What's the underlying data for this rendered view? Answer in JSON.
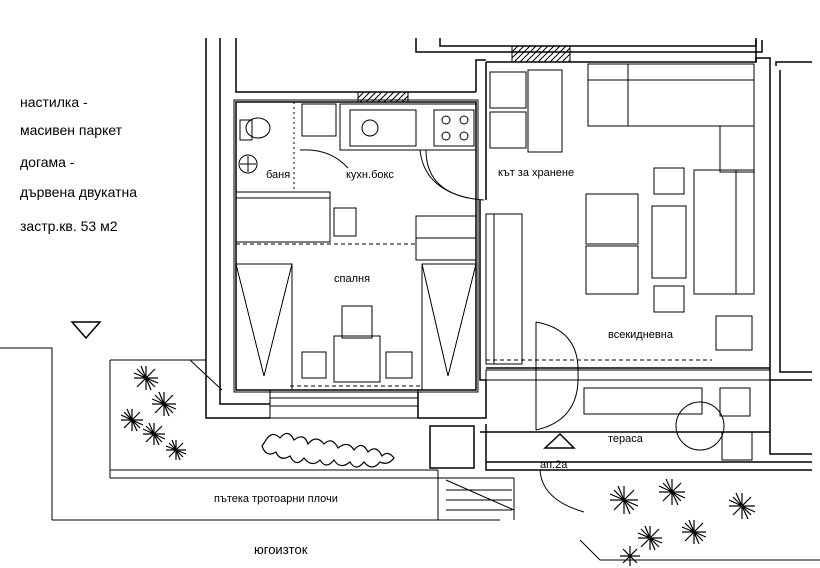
{
  "notes": {
    "flooring_label": "настилка -",
    "flooring_value": "масивен паркет",
    "joinery_label": "догама -",
    "joinery_value": "дървена  двукатна",
    "built_area": "застр.кв. 53 м2"
  },
  "rooms": {
    "bathroom": "баня",
    "kitchenette": "кухн.бокс",
    "dining_corner": "кът за хранене",
    "bedroom": "спалня",
    "living_room": "всекидневна",
    "terrace": "тераса",
    "apartment_id": "ап.2а"
  },
  "site": {
    "path_label": "пътека тротоарни плочи",
    "orientation": "югоизток"
  }
}
